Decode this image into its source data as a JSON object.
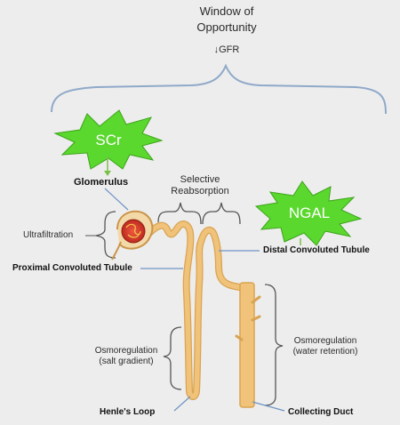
{
  "window": {
    "title_line1": "Window of",
    "title_line2": "Opportunity",
    "gfr": "↓GFR"
  },
  "markers": {
    "scr": "SCr",
    "ngal": "NGAL"
  },
  "labels": {
    "glomerulus": "Glomerulus",
    "selective_line1": "Selective",
    "selective_line2": "Reabsorption",
    "ultrafiltration": "Ultrafiltration",
    "distal": "Distal Convoluted Tubule",
    "proximal": "Proximal Convoluted Tubule",
    "osmo_left_line1": "Osmoregulation",
    "osmo_left_line2": "(salt gradient)",
    "osmo_right_line1": "Osmoregulation",
    "osmo_right_line2": "(water retention)",
    "henle": "Henle's Loop",
    "collecting": "Collecting Duct"
  },
  "colors": {
    "tubule": "#f0c27a",
    "tubule_edge": "#d9a452",
    "glomerulus": "#d6382a",
    "star": "#5ad82e",
    "bracket": "#8fa9c9",
    "pointer": "#6f94c4",
    "green_pointer": "#7bbf4a"
  }
}
